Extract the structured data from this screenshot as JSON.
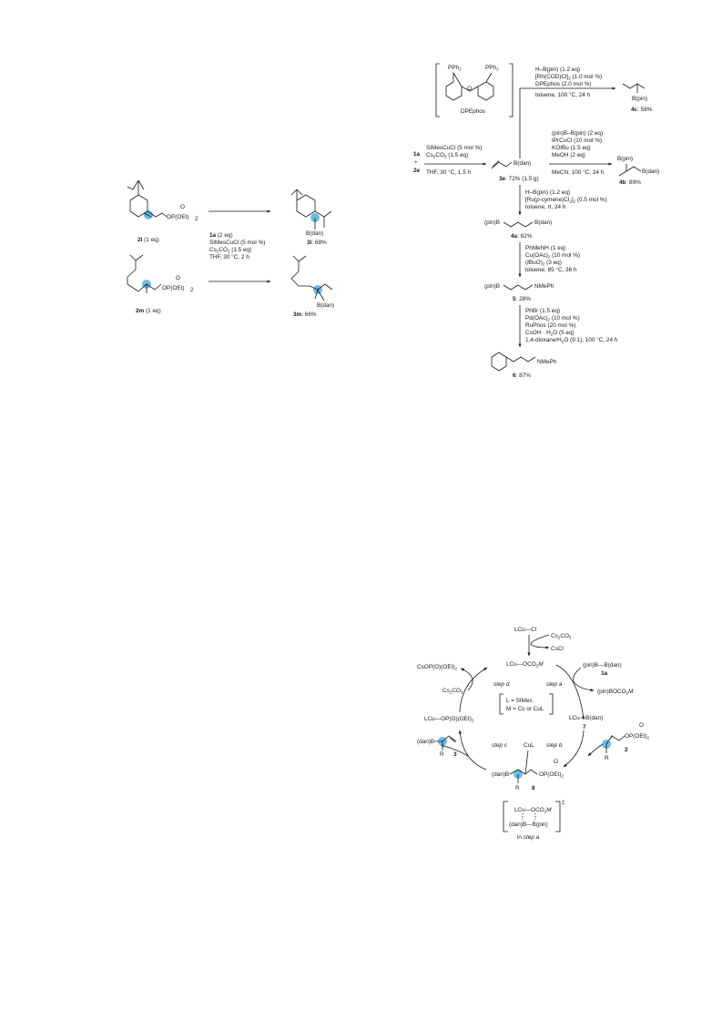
{
  "colors": {
    "highlight": "#4fb3e0",
    "ink": "#1a1a1a"
  },
  "left_scheme": {
    "sm1_label": "2l",
    "sm1_eq": " (1 eq)",
    "sm2_label": "2m",
    "sm2_eq": " (1 eq)",
    "sm1_group": "OP(OEt)",
    "sm2_group": "OP(OEt)",
    "sub2": "2",
    "o_atom": "O",
    "conditions": [
      "(2 eq)",
      "SIMesCuCl (5 mol %)",
      "Cs",
      "CO",
      "(1.5 eq)",
      "THF, 30 °C, 2 h"
    ],
    "cond_1a": "1a",
    "p1_label": "3l",
    "p1_yield": ": 68%",
    "p1_group": "B(dan)",
    "p2_label": "3m",
    "p2_yield": ": 66%",
    "p2_group": "B(dan)"
  },
  "right_scheme": {
    "ligand_name": "DPEphos",
    "pph2": "PPh",
    "sub2": "2",
    "o_atom": "O",
    "start_1a": "1a",
    "plus": "+",
    "start_2e": "2e",
    "cond_main": [
      "SIMesCuCl (5 mol %)",
      "Cs",
      "CO",
      "(1.5 eq)",
      "THF, 30 °C, 1.5 h"
    ],
    "hub_group": "B(dan)",
    "hub_label": "3e",
    "hub_yield": ": 72% (1.5 g)",
    "cond_4c": [
      "H–B(pin) (1.2 eq)",
      "[Rh(COD)Cl]",
      "(1.0 mol %)",
      "DPEphos (2.0 mol %)",
      "toluene, 100 °C, 24 h"
    ],
    "p4c_group": "B(pin)",
    "p4c_label": "4c",
    "p4c_yield": ": 58%",
    "cond_4b": [
      "(pin)B–B(pin) (2 eq)",
      "IPrCuCl (10 mol %)",
      "KO",
      "t",
      "Bu (1.5 eq)",
      "MeOH (2 eq)",
      "MeCN, 100 °C, 24 h"
    ],
    "p4b_group1": "B(pin)",
    "p4b_group2": "B(dan)",
    "p4b_label": "4b",
    "p4b_yield": ": 89%",
    "cond_4a": [
      "H–B(pin) (1.2 eq)",
      "[Ru(",
      "p",
      "-cymene)Cl",
      "]",
      "(0.5 mol %)",
      "toluene, rt, 24 h"
    ],
    "p4a_left": "(pin)B",
    "p4a_right": "B(dan)",
    "p4a_label": "4a",
    "p4a_yield": ": 82%",
    "cond_5": [
      "PhMeNH (1 eq)",
      "Cu(OAc)",
      "(10 mol %)",
      "(",
      "t",
      "BuO)",
      "(3 eq)",
      "toluene, 85 °C, 36 h"
    ],
    "p5_left": "(pin)B",
    "p5_right": "NMePh",
    "p5_label": "5",
    "p5_yield": ": 28%",
    "cond_6": [
      "PhBr (1.5 eq)",
      "Pd(OAc)",
      "(10 mol %)",
      "RuPhos (20 mol %)",
      "CsOH · H",
      "O (5 eq)",
      "1,4-dioxane/H",
      "O (9:1), 100 °C, 24 h"
    ],
    "p6_right": "NMePh",
    "p6_label": "6",
    "p6_yield": ": 87%"
  },
  "cycle": {
    "precat": "LCu—Cl",
    "cs2co3_in": "Cs",
    "co3": "CO",
    "cscl": "CsCl",
    "cuco3": "LCu—OCO",
    "m": "M",
    "b2": "(pin)B—B(dan)",
    "b2_label": "1a",
    "byproduct": "(pin)BOCO",
    "step_a": "step a",
    "step_b": "step b",
    "step_c": "step c",
    "step_d": "step d",
    "legend_L": "L = SIMes",
    "legend_M": "M = Cs or CuL",
    "cub": "LCu—B(dan)",
    "cub_label": "7",
    "substrate_group": "OP(OEt)",
    "substrate_label": "2",
    "r": "R",
    "int8_cu": "CuL",
    "int8_b": "(dan)B",
    "int8_group": "OP(OEt)",
    "int8_label": "8",
    "product_b": "(dan)B",
    "product_label": "3",
    "cuop": "LCu—OP(O)(OEt)",
    "cs2co3_d": "Cs",
    "csop": "CsOP(O)(OEt)",
    "ts_top": "LCu—OCO",
    "ts_bottom": "(dan)B—B(pin)",
    "ts_dagger": "‡",
    "ts_caption": "in ",
    "ts_caption_step": "step a"
  }
}
